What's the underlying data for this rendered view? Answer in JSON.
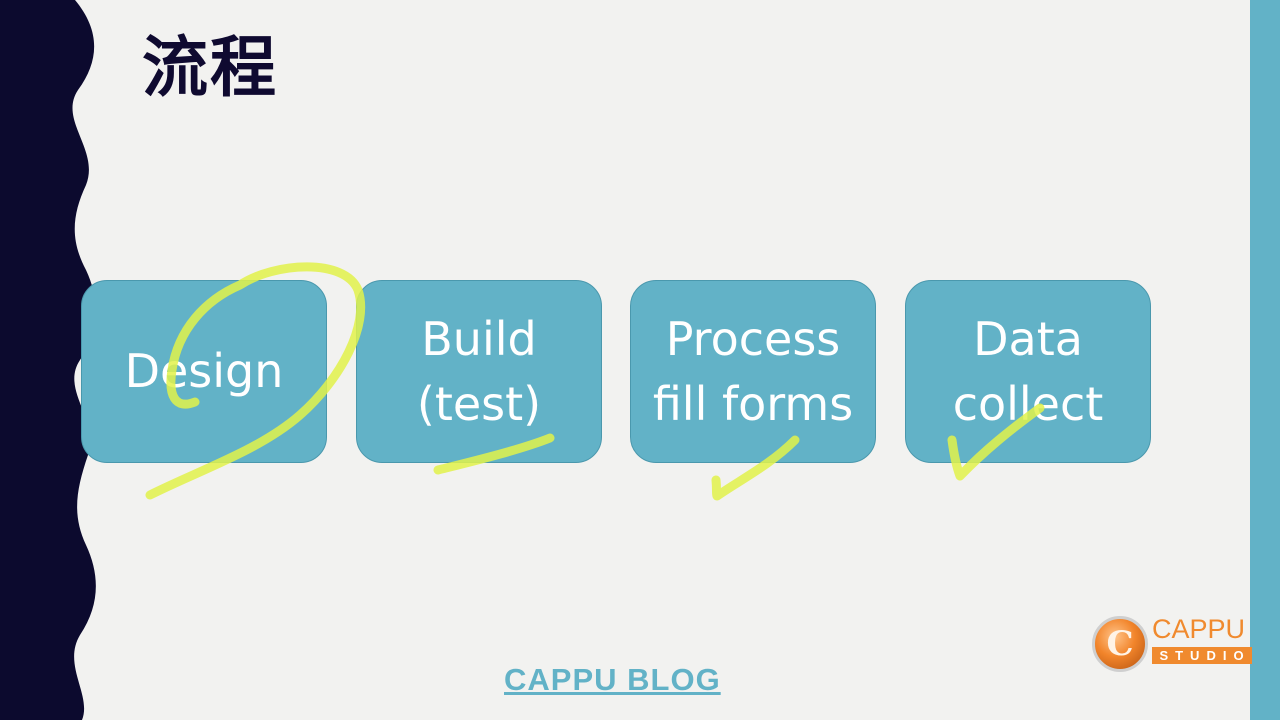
{
  "slide": {
    "title": "流程",
    "steps": [
      {
        "label": "Design"
      },
      {
        "label": "Build\n(test)"
      },
      {
        "label": "Process\nfill forms"
      },
      {
        "label": "Data\ncollect"
      }
    ],
    "footer_link": "CAPPU BLOG",
    "logo": {
      "name": "CAPPU",
      "subtitle": "STUDIO",
      "monogram": "C"
    }
  },
  "colors": {
    "left_band": "#0c0a2e",
    "right_band": "#62b2c7",
    "box_fill": "#62b2c7",
    "title": "#0f0a30",
    "highlighter": "#e2f24a",
    "logo_orange": "#f08a2e"
  },
  "icons": [
    "wavy-left-border",
    "highlighter-annotation",
    "cappu-logo-icon"
  ]
}
